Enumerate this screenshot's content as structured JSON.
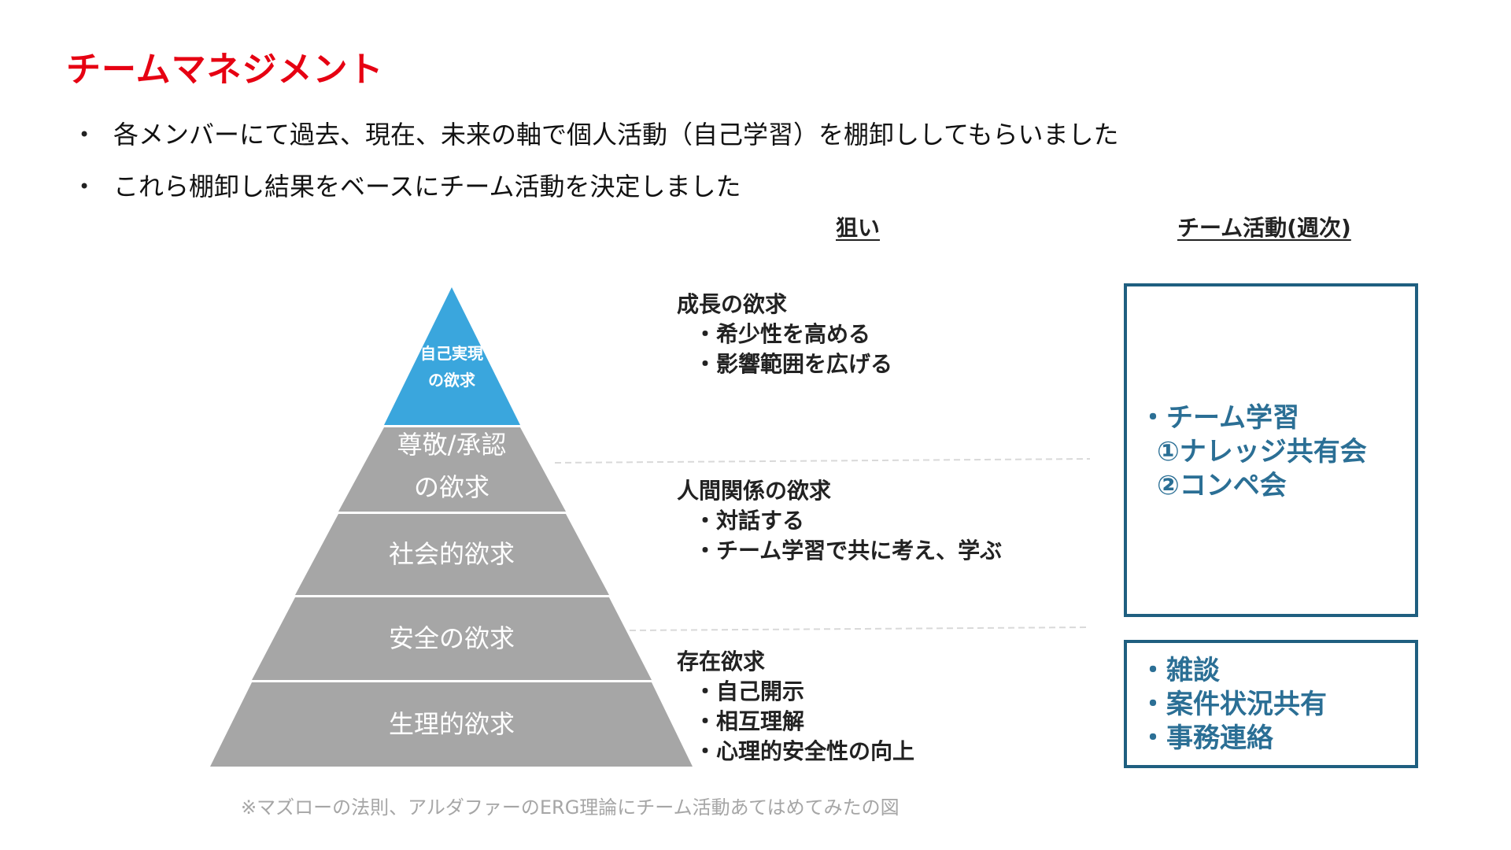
{
  "slide": {
    "title": "チームマネジメント",
    "bullets": [
      "各メンバーにて過去、現在、未来の軸で個人活動（自己学習）を棚卸ししてもらいました",
      "これら棚卸し結果をベースにチーム活動を決定しました"
    ],
    "bullet_marker": "•"
  },
  "headers": {
    "aim": "狙い",
    "activity": "チーム活動(週次)"
  },
  "pyramid": {
    "top": [
      "自己実現",
      "の欲求"
    ],
    "levels": [
      [
        "尊敬/承認",
        "の欲求"
      ],
      [
        "社会的欲求"
      ],
      [
        "安全の欲求"
      ],
      [
        "生理的欲求"
      ]
    ],
    "colors": {
      "top": "#3aa6dd",
      "level": "#a6a6a6"
    }
  },
  "aims": [
    {
      "heading": "成長の欲求",
      "items": [
        "・希少性を高める",
        "・影響範囲を広げる"
      ]
    },
    {
      "heading": "人間関係の欲求",
      "items": [
        "・対話する",
        "・チーム学習で共に考え、学ぶ"
      ]
    },
    {
      "heading": "存在欲求",
      "items": [
        "・自己開示",
        "・相互理解",
        "・心理的安全性の向上"
      ]
    }
  ],
  "activities": {
    "upper": [
      "・チーム学習",
      "①ナレッジ共有会",
      "②コンペ会"
    ],
    "lower": [
      "・雑談",
      "・案件状況共有",
      "・事務連絡"
    ]
  },
  "footnote": "※マズローの法則、アルダファーのERG理論にチーム活動あてはめてみたの図"
}
